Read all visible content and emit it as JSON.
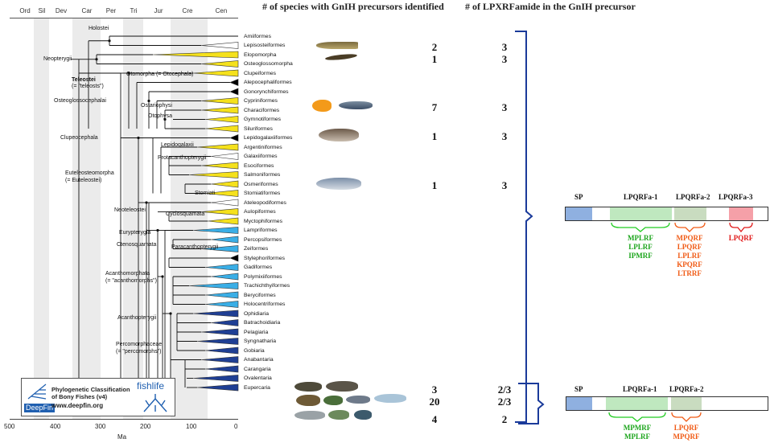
{
  "headers": {
    "species": "# of species with GnIH precursors identified",
    "motif": "# of LPXRFamide in the GnIH precursor"
  },
  "eras": [
    "Ord",
    "Sil",
    "Dev",
    "Car",
    "Per",
    "Tri",
    "Jur",
    "Cre",
    "Cen"
  ],
  "axis": {
    "ticks": [
      "500",
      "400",
      "300",
      "200",
      "100",
      "0"
    ],
    "unit": "Ma"
  },
  "taxa": [
    "Amiiformes",
    "Lepisosteiformes",
    "Elopomorpha",
    "Osteoglossomorpha",
    "Clupeiformes",
    "Alepocephaliformes",
    "Gonorynchiformes",
    "Cypriniformes",
    "Characiformes",
    "Gymnotiformes",
    "Siluriformes",
    "Lepidogalaxiiformes",
    "Argentiniformes",
    "Galaxiiformes",
    "Esociformes",
    "Salmoniformes",
    "Osmeriformes",
    "Stomiatiformes",
    "Ateleopodiformes",
    "Aulopiformes",
    "Myctophiformes",
    "Lampriformes",
    "Percopsiformes",
    "Zeiformes",
    "Stylephoriformes",
    "Gadiformes",
    "Polymixiiformes",
    "Trachichthyiformes",
    "Beryciformes",
    "Holocentriformes",
    "Ophidiaria",
    "Batrachoidiaria",
    "Pelagiaria",
    "Syngnatharia",
    "Gobiaria",
    "Anabantaria",
    "Carangaria",
    "Ovalentaria",
    "Eupercaria"
  ],
  "clades": {
    "holostei": "Holostei",
    "neopterygii": "Neopterygii",
    "teleostei": "Teleostei",
    "teleostei_alt": "(= \"teleosts\")",
    "osteoglossocephalai": "Osteoglossocephalai",
    "otomorpha": "Otomorpha (= Otocephala)",
    "ostariophysi": "Ostariophysi",
    "otophysa": "Otophysa",
    "clupeocephala": "Clupeocephala",
    "lepidogalaxii": "Lepidogalaxii",
    "protacanthopterygii": "Protacanthopterygii",
    "euteleosteomorpha": "Euteleosteomorpha",
    "euteleosteomorpha_alt": "(= Euteleostei)",
    "stomiati": "Stomiati",
    "neoteleostei": "Neoteleostei",
    "cyclosquamata": "Cyclosquamata",
    "eurypterygia": "Eurypterygia",
    "ctenosquamata": "Ctenosquamata",
    "paracanthopterygii": "Paracanthopterygii",
    "acanthomorphata": "Acanthomorphata",
    "acanthomorphata_alt": "(= \"acanthomorphs\")",
    "acanthopterygii": "Acanthopterygii",
    "percomorphaceae": "Percomorphaceae",
    "percomorphaceae_alt": "(= \"percomorphs\")"
  },
  "counts": [
    {
      "taxon": "Lepisosteiformes",
      "species": "2",
      "motifs": "3"
    },
    {
      "taxon": "Elopomorpha",
      "species": "1",
      "motifs": "3"
    },
    {
      "taxon": "Cypriniformes",
      "species": "7",
      "motifs": "3"
    },
    {
      "taxon": "Siluriformes",
      "species": "1",
      "motifs": "3"
    },
    {
      "taxon": "Salmoniformes",
      "species": "1",
      "motifs": "3"
    },
    {
      "taxon": "Carangaria",
      "species": "3",
      "motifs": "2/3"
    },
    {
      "taxon": "Ovalentaria",
      "species": "20",
      "motifs": "2/3"
    },
    {
      "taxon": "Eupercaria",
      "species": "4",
      "motifs": "2"
    }
  ],
  "precursor1": {
    "labels": [
      "SP",
      "LPQRFa-1",
      "LPQRFa-2",
      "LPQRFa-3"
    ],
    "motifs1": [
      "MPLRF",
      "LPLRF",
      "IPMRF"
    ],
    "motifs2": [
      "MPQRF",
      "LPQRF",
      "LPLRF",
      "KPQRF",
      "LTRRF"
    ],
    "motifs3": [
      "LPQRF"
    ]
  },
  "precursor2": {
    "labels": [
      "SP",
      "LPQRFa-1",
      "LPQRFa-2"
    ],
    "motifs1": [
      "MPMRF",
      "MPLRF"
    ],
    "motifs2": [
      "LPQRF",
      "MPQRF"
    ]
  },
  "logo": {
    "title1": "Phylogenetic Classification",
    "title2": "of Bony Fishes (v4)",
    "url": "www.deepfin.org",
    "brand_deepfin": "DeepFin",
    "brand_fishlife": "fishlife"
  },
  "colors": {
    "yellow": "#f5e11c",
    "light_blue": "#3aaee6",
    "dark_blue": "#1f3f94",
    "sp": "#8fb0e0",
    "lpqrfa_green": "#bfe8bf",
    "lpqrfa2_green": "#c9dcc0",
    "lpqrfa3_red": "#f5a0a8",
    "motif_green": "#1ca51c",
    "motif_orange": "#f05a14",
    "motif_red": "#e01818",
    "bracket": "#1a3a9a"
  }
}
